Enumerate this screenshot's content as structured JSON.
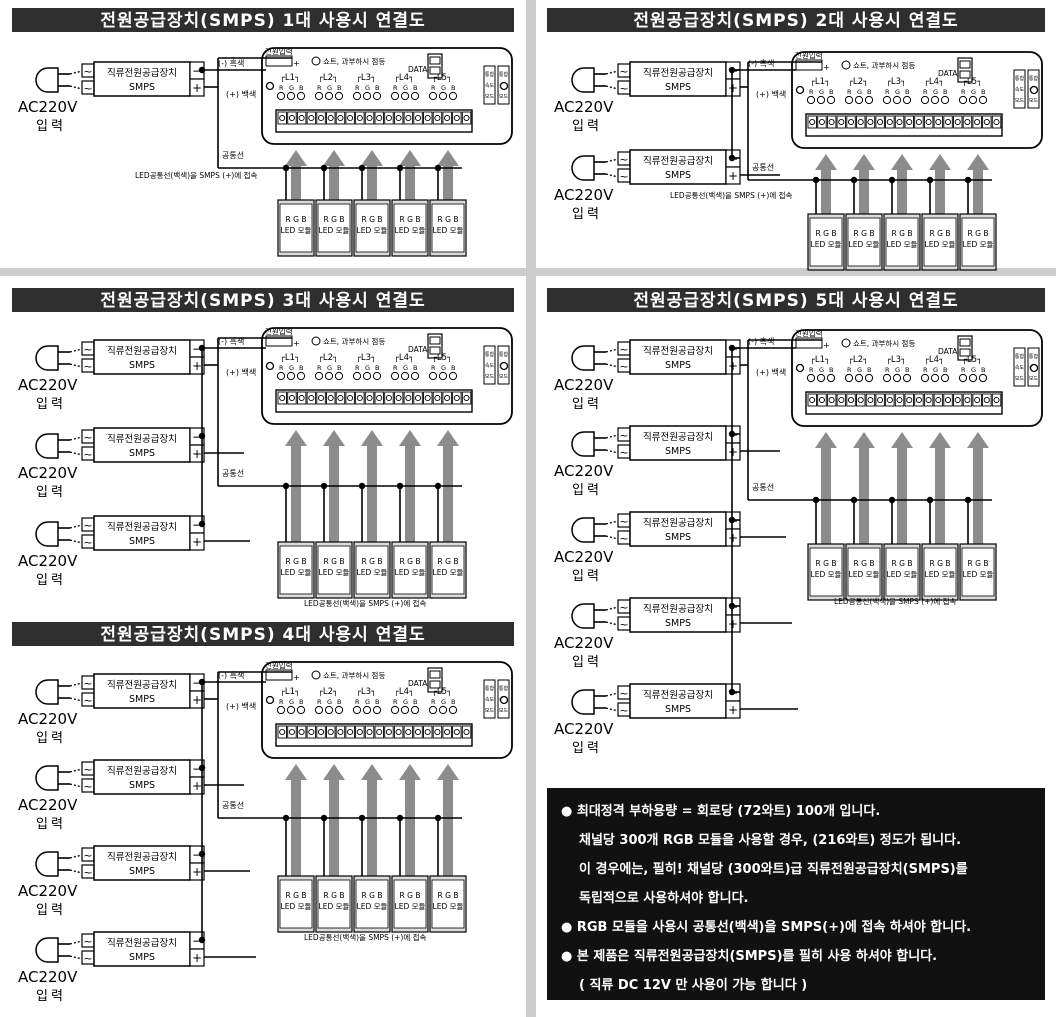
{
  "panels": [
    {
      "title": "전원공급장치(SMPS) 1대 사용시 연결도",
      "count": 1
    },
    {
      "title": "전원공급장치(SMPS) 2대 사용시 연결도",
      "count": 2
    },
    {
      "title": "전원공급장치(SMPS) 3대 사용시 연결도",
      "count": 3
    },
    {
      "title": "전원공급장치(SMPS) 5대 사용시 연결도",
      "count": 5
    },
    {
      "title": "전원공급장치(SMPS) 4대 사용시 연결도",
      "count": 4
    }
  ],
  "labels": {
    "ac_line1": "AC220V",
    "ac_line2": "입력",
    "smps_name": "직류전원공급장치",
    "smps_model": "SMPS",
    "neg_wire": "(-) 흑색",
    "pos_wire": "(+) 백색",
    "common_wire": "공통선",
    "common_note": "LED공통선(백색)을 SMPS (+)에 접속",
    "power_in": "전원입력",
    "short_warn": "쇼트, 과부하시 점등",
    "data": "DATA",
    "channels": [
      "L1",
      "L2",
      "L3",
      "L4",
      "L5"
    ],
    "rgb": [
      "R",
      "G",
      "B"
    ],
    "module_line1": "R G B",
    "module_line2": "LED 모듈",
    "side_labels": [
      "통합",
      "속도",
      "모드"
    ]
  },
  "notes": [
    "● 최대정격 부하용량 = 회로당 (72와트) 100개 입니다.",
    "채널당 300개 RGB 모듈을 사용할 경우, (216와트) 정도가 됩니다.",
    "이 경우에는, 필히! 채널당 (300와트)급 직류전원공급장치(SMPS)를",
    "독립적으로 사용하셔야 합니다.",
    "● RGB 모듈을 사용시 공통선(백색)을 SMPS(+)에 접속 하셔야 합니다.",
    "● 본 제품은 직류전원공급장치(SMPS)를 필히 사용 하셔야 합니다.",
    "( 직류 DC 12V 만 사용이 가능 합니다 )"
  ],
  "colors": {
    "frame": "#cdcdcd",
    "banner": "#2f2f2f",
    "banner_text": "#ffffff",
    "arrow": "#8c8c8c",
    "module": "#dcdcdc",
    "notes_bg": "#111111",
    "notes_text": "#ffffff"
  }
}
